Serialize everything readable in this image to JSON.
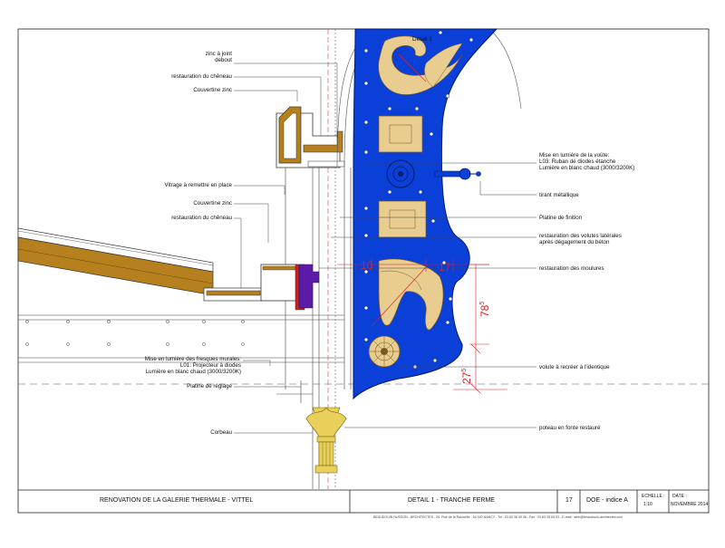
{
  "drawing": {
    "detail_tag": "Détail 1",
    "labels_left": [
      {
        "id": "zinc-joint",
        "lines": [
          "zinc à joint",
          "debout"
        ]
      },
      {
        "id": "restauration-cheneau-top",
        "lines": [
          "restauration du chêneau"
        ]
      },
      {
        "id": "couvertine-zinc-top",
        "lines": [
          "Couvertine zinc"
        ]
      },
      {
        "id": "vitrage",
        "lines": [
          "Vitrage à remettre en place"
        ]
      },
      {
        "id": "couvertine-zinc-mid",
        "lines": [
          "Couvertine zinc"
        ]
      },
      {
        "id": "restauration-cheneau-mid",
        "lines": [
          "restauration du chêneau"
        ]
      },
      {
        "id": "mise-en-lumiere-fresques",
        "lines": [
          "Mise en lumière des fresques murales:",
          "L01: Projecteur à diodes",
          "Lumière en blanc chaud (3000/3200K)"
        ]
      },
      {
        "id": "platine-reglage",
        "lines": [
          "Platine de réglage"
        ]
      },
      {
        "id": "corbeau",
        "lines": [
          "Corbeau"
        ]
      }
    ],
    "labels_right": [
      {
        "id": "mise-en-lumiere-voute",
        "lines": [
          "Mise en lumière de la voûte:",
          "L03: Ruban de diodes étanche",
          "Lumière en blanc chaud (3000/3200K)"
        ]
      },
      {
        "id": "tirant",
        "lines": [
          "tirant métallique"
        ]
      },
      {
        "id": "platine-finition",
        "lines": [
          "Platine de finition"
        ]
      },
      {
        "id": "restauration-volutes",
        "lines": [
          "restauration des volutes latérales",
          "après dégagement du béton"
        ]
      },
      {
        "id": "restauration-moulures",
        "lines": [
          "restauration des moulures"
        ]
      },
      {
        "id": "volute",
        "lines": [
          "volute à recréer à l'identique"
        ]
      },
      {
        "id": "poteau",
        "lines": [
          "poteau en fonte restauré"
        ]
      }
    ],
    "dimensions": {
      "d10": "10",
      "d17": "17",
      "d78": "78",
      "d78_sup": "5",
      "d27": "27",
      "d27_sup": "5"
    },
    "colors": {
      "ornament_blue": "#0a3fd8",
      "ornament_beige": "#e8cc90",
      "wood": "#b7801e",
      "dimension_red": "#d8202a",
      "moulding_red": "#c8201a",
      "moulding_purple": "#5b1aa8",
      "gold": "#e8d05a"
    }
  },
  "title_block": {
    "project": "RENOVATION DE LA GALERIE THERMALE - VITTEL",
    "sheet_title": "DETAIL 1 - TRANCHE FERME",
    "sheet_number": "17",
    "phase": "DOE - indice A",
    "scale_label": "ECHELLE :",
    "scale_value": "1:10",
    "date_label": "DATE :",
    "date_value": "NOVEMBRE 2014",
    "footer": "BEAUDOUIN HUSSON - ARCHITECTES - 26, Rue de la Ravinelle - 54 000 NANCY - Tel : 03 83 36 49 46 - Fax : 03 83 35 83 03 - E-mail : atbh@beaudouin-architectes.com"
  }
}
